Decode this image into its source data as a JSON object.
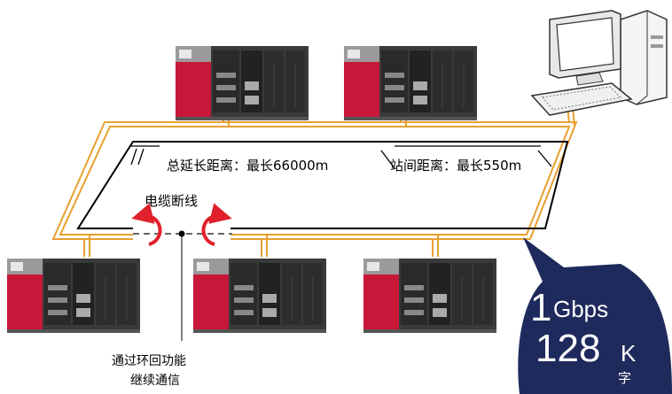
{
  "labels": {
    "total_distance": "总延长距离：最长66000m",
    "station_distance": "站间距离：最长550m",
    "cable_break": "电缆断线",
    "loopback_line1": "通过环回功能",
    "loopback_line2": "继续通信"
  },
  "badge": {
    "speed_number": "1",
    "speed_unit": "Gbps",
    "words_number": "128",
    "words_k": "K",
    "words_char": "字",
    "fill": "#1f2a5c"
  },
  "colors": {
    "ring_line": "#e8a030",
    "loop_arrow": "#e0202a",
    "plc_red": "#c8183a",
    "plc_dark": "#2a2a2a",
    "black_line": "#000000"
  }
}
